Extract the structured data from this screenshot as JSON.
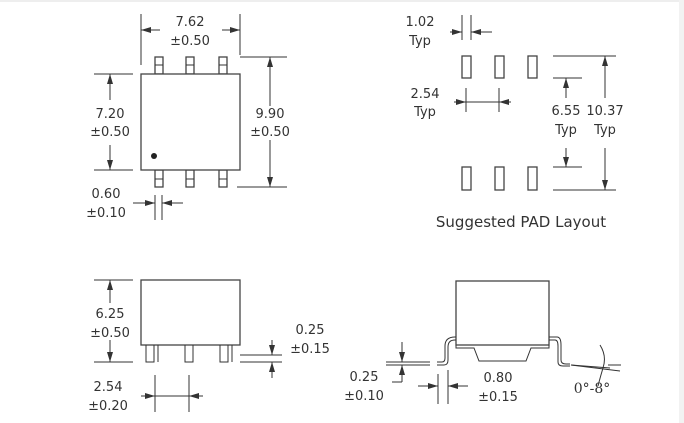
{
  "top_view": {
    "width": {
      "value": "7.62",
      "tol": "±0.50"
    },
    "overall_length": {
      "value": "9.90",
      "tol": "±0.50"
    },
    "body_length": {
      "value": "7.20",
      "tol": "±0.50"
    },
    "lead_width": {
      "value": "0.60",
      "tol": "±0.10"
    }
  },
  "pad_layout": {
    "caption": "Suggested PAD Layout",
    "pad_width": {
      "value": "1.02",
      "tol": "Typ"
    },
    "pitch": {
      "value": "2.54",
      "tol": "Typ"
    },
    "inner_span": {
      "value": "6.55",
      "tol": "Typ"
    },
    "outer_span": {
      "value": "10.37",
      "tol": "Typ"
    }
  },
  "side_view": {
    "height": {
      "value": "6.25",
      "tol": "±0.50"
    },
    "standoff": {
      "value": "0.25",
      "tol": "±0.15"
    },
    "pitch": {
      "value": "2.54",
      "tol": "±0.20"
    }
  },
  "end_view": {
    "lead_thickness": {
      "value": "0.25",
      "tol": "±0.10"
    },
    "foot_length": {
      "value": "0.80",
      "tol": "±0.15"
    },
    "angle": "0°-8°"
  }
}
